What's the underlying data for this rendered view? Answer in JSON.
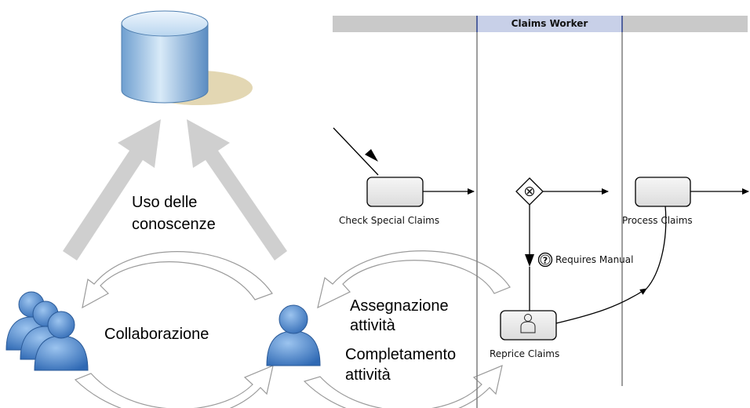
{
  "knowledge": {
    "usage_line1": "Uso delle",
    "usage_line2": "conoscenze",
    "collaboration": "Collaborazione",
    "assignment_line1": "Assegnazione",
    "assignment_line2": "attività",
    "completion_line1": "Completamento",
    "completion_line2": "attività"
  },
  "process": {
    "lane_title": "Claims Worker",
    "tasks": {
      "check": "Check Special Claims",
      "process": "Process Claims",
      "reprice": "Reprice Claims"
    },
    "condition": "Requires Manual",
    "condition_icon": "question-icon"
  },
  "colors": {
    "arrow_gray": "#cfcfcf",
    "db_blue": "#9fc6e8",
    "person_blue": "#3f7fc9",
    "lane_header": "#c8d0e8",
    "lane_line": "#7f7f7f",
    "task_fill": "#e8e8e8"
  }
}
